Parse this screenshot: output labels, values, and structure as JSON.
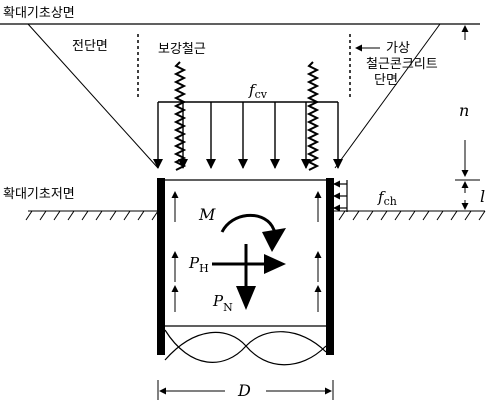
{
  "diagram": {
    "labels": {
      "top_surface": "확대기초상면",
      "shear_plane": "전단면",
      "reinforcement": "보강철근",
      "virtual_section_1": "가상",
      "virtual_section_2": "철근콘크리트",
      "virtual_section_3": "단면",
      "bottom_surface": "확대기초저면"
    },
    "symbols": {
      "fcv_base": "f",
      "fcv_sub": "cv",
      "fch_base": "f",
      "fch_sub": "ch",
      "moment": "M",
      "ph_base": "P",
      "ph_sub": "H",
      "pn_base": "P",
      "pn_sub": "N",
      "dim_n": "n",
      "dim_l": "l",
      "dim_D": "D"
    },
    "colors": {
      "ink": "#000000",
      "background": "#ffffff"
    }
  }
}
